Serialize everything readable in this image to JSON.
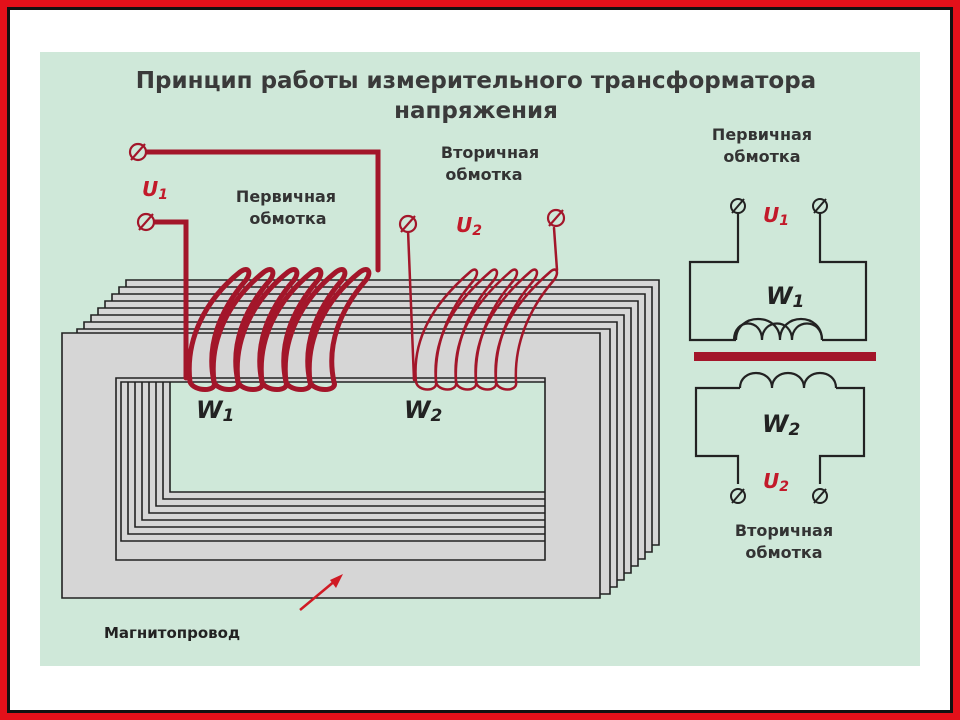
{
  "title_line1": "Принцип работы измерительного трансформатора",
  "title_line2": "напряжения",
  "labels": {
    "primary_winding_top": "Первичная",
    "primary_winding_bottom": "обмотка",
    "secondary_winding_top": "Вторичная",
    "secondary_winding_bottom": "обмотка",
    "magnetic_core": "Магнитопровод"
  },
  "symbols": {
    "u1": "U",
    "u1_sub": "1",
    "u2": "U",
    "u2_sub": "2",
    "w1": "W",
    "w1_sub": "1",
    "w2": "W",
    "w2_sub": "2"
  },
  "colors": {
    "frame": "#e3101a",
    "background": "#cfe8d9",
    "winding": "#a3162a",
    "core": "#d6d6d6",
    "symbol_red": "#c21a2a"
  }
}
